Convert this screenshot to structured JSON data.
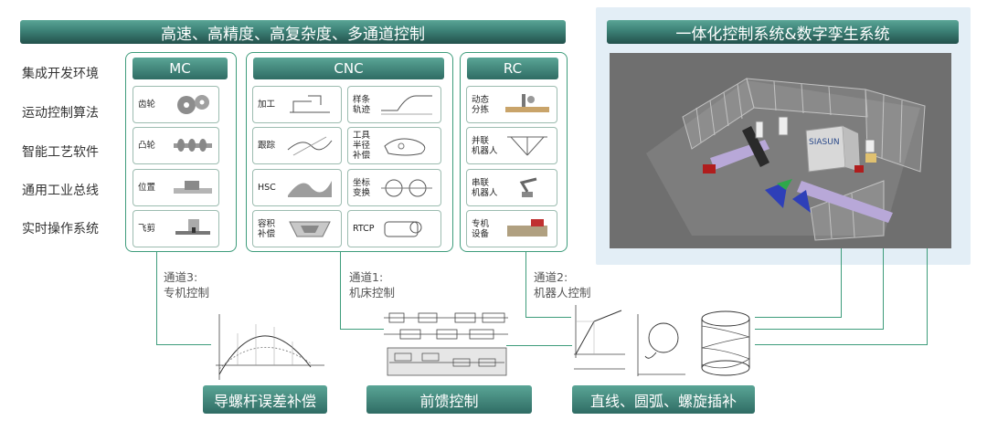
{
  "top_left_banner": "高速、高精度、高复杂度、多通道控制",
  "top_right_banner": "一体化控制系统&数字孪生系统",
  "left_labels": [
    "集成开发环境",
    "运动控制算法",
    "智能工艺软件",
    "通用工业总线",
    "实时操作系统"
  ],
  "mc": {
    "title": "MC",
    "cards": [
      "齿轮",
      "凸轮",
      "位置",
      "飞剪"
    ]
  },
  "cnc": {
    "title": "CNC",
    "left_cards": [
      "加工",
      "跟踪",
      "HSC",
      "容积\n补偿"
    ],
    "right_cards": [
      "样条\n轨迹",
      "工具\n半径\n补偿",
      "坐标\n变换",
      "RTCP"
    ]
  },
  "rc": {
    "title": "RC",
    "cards": [
      "动态\n分拣",
      "并联\n机器人",
      "串联\n机器人",
      "专机\n设备"
    ]
  },
  "channels": {
    "ch3": "通道3:\n专机控制",
    "ch1": "通道1:\n机床控制",
    "ch2": "通道2:\n机器人控制"
  },
  "bottom_labels": [
    "导螺杆误差补偿",
    "前馈控制",
    "直线、圆弧、螺旋插补"
  ],
  "twin_brand": "SIASUN",
  "colors": {
    "accent": "#3e9c7b",
    "banner_dark": "#2f6c64",
    "twin_bg": "#e3eef6"
  }
}
